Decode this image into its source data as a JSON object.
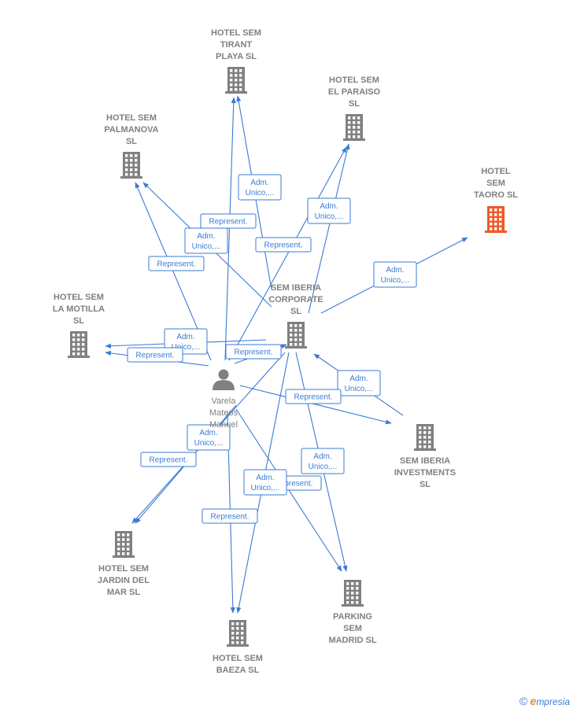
{
  "colors": {
    "edge": "#3a7bd5",
    "building": "#808080",
    "focus_building": "#f05a28",
    "person": "#808080"
  },
  "nodes": [
    {
      "id": "tirant",
      "label": [
        "HOTEL SEM",
        "TIRANT",
        "PLAYA  SL"
      ],
      "icon": "building-icon"
    },
    {
      "id": "paraiso",
      "label": [
        "HOTEL SEM",
        "EL PARAISO",
        "SL"
      ],
      "icon": "building-icon"
    },
    {
      "id": "palmanova",
      "label": [
        "HOTEL SEM",
        "PALMANOVA",
        "SL"
      ],
      "icon": "building-icon"
    },
    {
      "id": "taoro",
      "label": [
        "HOTEL",
        "SEM",
        "TAORO  SL"
      ],
      "icon": "building-icon",
      "focus": true
    },
    {
      "id": "motilla",
      "label": [
        "HOTEL SEM",
        "LA MOTILLA",
        "SL"
      ],
      "icon": "building-icon"
    },
    {
      "id": "corporate",
      "label": [
        "SEM IBERIA",
        "CORPORATE",
        "SL"
      ],
      "icon": "building-icon"
    },
    {
      "id": "person",
      "label": [
        "Varela",
        "Mateos",
        "Manuel"
      ],
      "icon": "person-icon"
    },
    {
      "id": "investments",
      "label": [
        "SEM IBERIA",
        "INVESTMENTS",
        "SL"
      ],
      "icon": "building-icon"
    },
    {
      "id": "jardin",
      "label": [
        "HOTEL SEM",
        "JARDIN DEL",
        "MAR  SL"
      ],
      "icon": "building-icon"
    },
    {
      "id": "parking",
      "label": [
        "PARKING",
        "SEM",
        "MADRID  SL"
      ],
      "icon": "building-icon"
    },
    {
      "id": "baeza",
      "label": [
        "HOTEL SEM",
        "BAEZA  SL"
      ],
      "icon": "building-icon"
    }
  ],
  "edges": [
    {
      "from": "corporate",
      "to": "tirant",
      "label": [
        "Adm.",
        "Unico,..."
      ]
    },
    {
      "from": "person",
      "to": "tirant",
      "label": [
        "Represent."
      ]
    },
    {
      "from": "corporate",
      "to": "paraiso",
      "label": [
        "Adm.",
        "Unico,..."
      ]
    },
    {
      "from": "person",
      "to": "paraiso",
      "label": [
        "Represent."
      ]
    },
    {
      "from": "corporate",
      "to": "palmanova",
      "label": [
        "Adm.",
        "Unico,..."
      ]
    },
    {
      "from": "person",
      "to": "palmanova",
      "label": [
        "Represent."
      ]
    },
    {
      "from": "corporate",
      "to": "taoro",
      "label": [
        "Adm.",
        "Unico,..."
      ]
    },
    {
      "from": "corporate",
      "to": "motilla",
      "label": [
        "Adm.",
        "Unico,..."
      ]
    },
    {
      "from": "person",
      "to": "motilla",
      "label": [
        "Represent."
      ]
    },
    {
      "from": "person",
      "to": "corporate",
      "label": [
        "Represent."
      ]
    },
    {
      "from": "investments",
      "to": "corporate",
      "label": [
        "Adm.",
        "Unico,..."
      ]
    },
    {
      "from": "person",
      "to": "investments",
      "label": [
        "Represent."
      ]
    },
    {
      "from": "corporate",
      "to": "jardin",
      "label": [
        "Adm.",
        "Unico,..."
      ]
    },
    {
      "from": "person",
      "to": "jardin",
      "label": [
        "Represent."
      ]
    },
    {
      "from": "corporate",
      "to": "parking",
      "label": [
        "Adm.",
        "Unico,..."
      ]
    },
    {
      "from": "person",
      "to": "parking",
      "label": [
        "Represent."
      ]
    },
    {
      "from": "corporate",
      "to": "baeza",
      "label": [
        "Adm.",
        "Unico,..."
      ]
    },
    {
      "from": "person",
      "to": "baeza",
      "label": [
        "Represent."
      ]
    }
  ],
  "logo": {
    "copyright": "©",
    "brand_first": "e",
    "brand_rest": "mpresia"
  }
}
